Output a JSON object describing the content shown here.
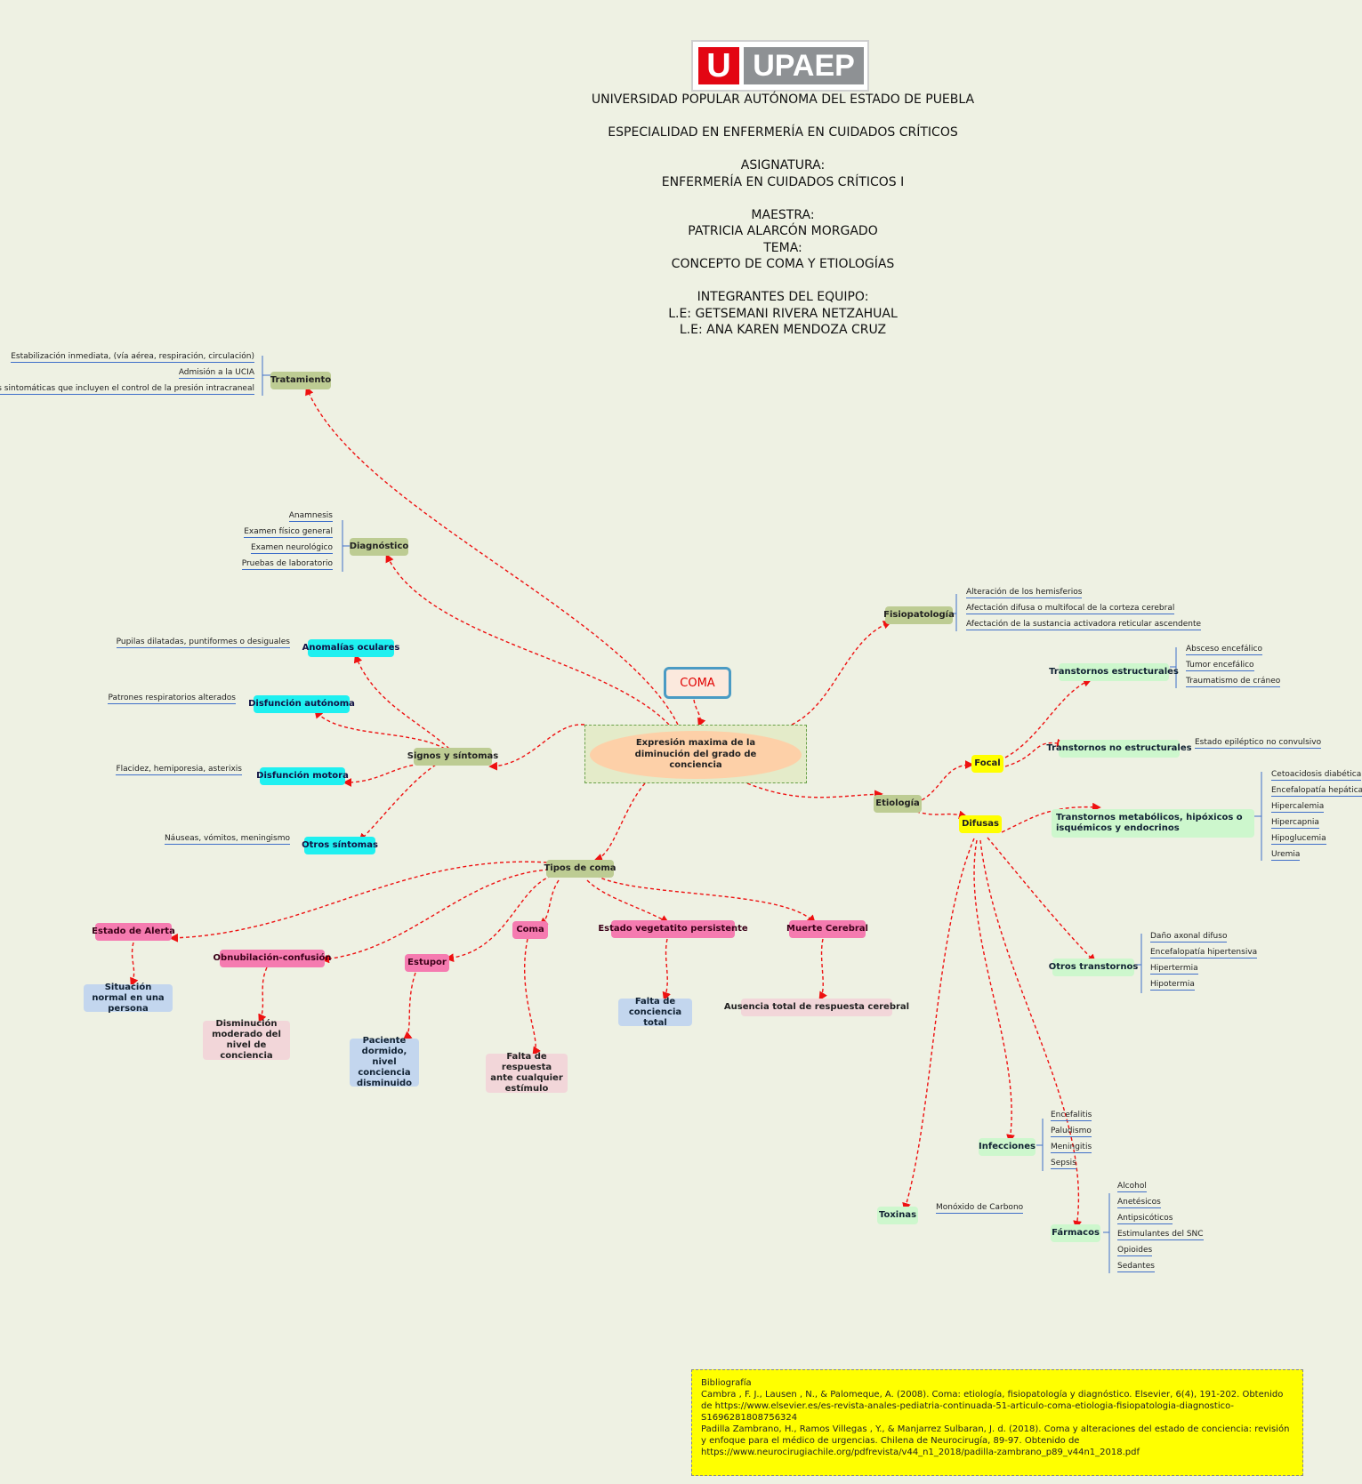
{
  "logo": {
    "mark": "U",
    "name": "UPAEP"
  },
  "header": {
    "university": "UNIVERSIDAD POPULAR AUTÓNOMA DEL ESTADO DE PUEBLA",
    "specialty": "ESPECIALIDAD EN ENFERMERÍA EN CUIDADOS CRÍTICOS",
    "subject_label": "ASIGNATURA:",
    "subject": "ENFERMERÍA EN CUIDADOS CRÍTICOS I",
    "teacher_label": "MAESTRA:",
    "teacher": "PATRICIA ALARCÓN MORGADO",
    "topic_label": "TEMA:",
    "topic": "CONCEPTO DE COMA Y ETIOLOGÍAS",
    "team_label": "INTEGRANTES DEL EQUIPO:",
    "member1": "L.E: GETSEMANI RIVERA NETZAHUAL",
    "member2": "L.E: ANA KAREN MENDOZA CRUZ"
  },
  "map": {
    "root": "COMA",
    "central": "Expresión maxima de la diminución del grado de conciencia",
    "tratamiento": {
      "label": "Tratamiento",
      "items": [
        "Estabilización inmediata, (vía aérea, respiración, circulación)",
        "Admisión a la UCIA",
        "Medidas sintomáticas que incluyen el control de la presión intracraneal"
      ]
    },
    "diagnostico": {
      "label": "Diagnóstico",
      "items": [
        "Anamnesis",
        "Examen físico general",
        "Examen neurológico",
        "Pruebas de laboratorio"
      ]
    },
    "signos": {
      "label": "Signos y síntomas",
      "oculares": {
        "label": "Anomalías oculares",
        "item": "Pupilas dilatadas, puntiformes o desiguales"
      },
      "autonoma": {
        "label": "Disfunción autónoma",
        "item": "Patrones respiratorios alterados"
      },
      "motora": {
        "label": "Disfunción motora",
        "item": "Flacidez, hemiporesia, asterixis"
      },
      "otros": {
        "label": "Otros síntomas",
        "item": "Náuseas, vómitos, meningismo"
      }
    },
    "tipos": {
      "label": "Tipos de coma",
      "alerta": {
        "label": "Estado de Alerta",
        "desc": "Situación normal en una persona"
      },
      "obnub": {
        "label": "Obnubilación-confusión",
        "desc": "Disminución moderado del nivel de conciencia"
      },
      "estupor": {
        "label": "Estupor",
        "desc": "Paciente dormido, nivel conciencia disminuido"
      },
      "coma": {
        "label": "Coma",
        "desc": "Falta de respuesta ante cualquier estímulo"
      },
      "vegetativo": {
        "label": "Estado vegetatito persistente",
        "desc": "Falta de conciencia total"
      },
      "muerte": {
        "label": "Muerte Cerebral",
        "desc": "Ausencia total de respuesta cerebral"
      }
    },
    "fisio": {
      "label": "Fisiopatología",
      "items": [
        "Alteración de los hemisferios",
        "Afectación difusa o multifocal de la corteza cerebral",
        "Afectación de la sustancia activadora reticular ascendente"
      ]
    },
    "etiologia": {
      "label": "Etiología",
      "focal": {
        "label": "Focal",
        "estructurales": {
          "label": "Transtornos estructurales",
          "items": [
            "Absceso encefálico",
            "Tumor encefálico",
            "Traumatismo de cráneo"
          ]
        },
        "no_estructurales": {
          "label": "Transtornos no estructurales",
          "items": [
            "Estado epiléptico no convulsivo"
          ]
        }
      },
      "difusas": {
        "label": "Difusas",
        "metabolicos": {
          "label": "Transtornos metabólicos, hipóxicos o isquémicos y endocrinos",
          "items": [
            "Cetoacidosis diabética",
            "Encefalopatía hepática",
            "Hipercalemia",
            "Hipercapnia",
            "Hipoglucemia",
            "Uremia"
          ]
        },
        "otros": {
          "label": "Otros transtornos",
          "items": [
            "Daño axonal difuso",
            "Encefalopatía hipertensiva",
            "Hipertermia",
            "Hipotermia"
          ]
        },
        "infecciones": {
          "label": "Infecciones",
          "items": [
            "Encefalitis",
            "Paludismo",
            "Meningitis",
            "Sepsis"
          ]
        },
        "toxinas": {
          "label": "Toxinas",
          "items": [
            "Monóxido de Carbono"
          ]
        },
        "farmacos": {
          "label": "Fármacos",
          "items": [
            "Alcohol",
            "Anetésicos",
            "Antipsicóticos",
            "Estimulantes del SNC",
            "Opioides",
            "Sedantes"
          ]
        }
      }
    }
  },
  "bibliography": {
    "title": "Bibliografía",
    "ref1": "Cambra , F. J., Lausen , N., & Palomeque, A. (2008). Coma: etiología, fisiopatología y diagnóstico. Elsevier, 6(4), 191-202. Obtenido de https://www.elsevier.es/es-revista-anales-pediatria-continuada-51-articulo-coma-etiologia-fisiopatologia-diagnostico-S1696281808756324",
    "ref2": "Padilla Zambrano, H., Ramos Villegas , Y., & Manjarrez Sulbaran, J. d. (2018). Coma y alteraciones del estado de conciencia: revisión y enfoque para el médico de urgencias. Chilena de Neurocirugía, 89-97. Obtenido de https://www.neurocirugiachile.org/pdfrevista/v44_n1_2018/padilla-zambrano_p89_v44n1_2018.pdf"
  }
}
